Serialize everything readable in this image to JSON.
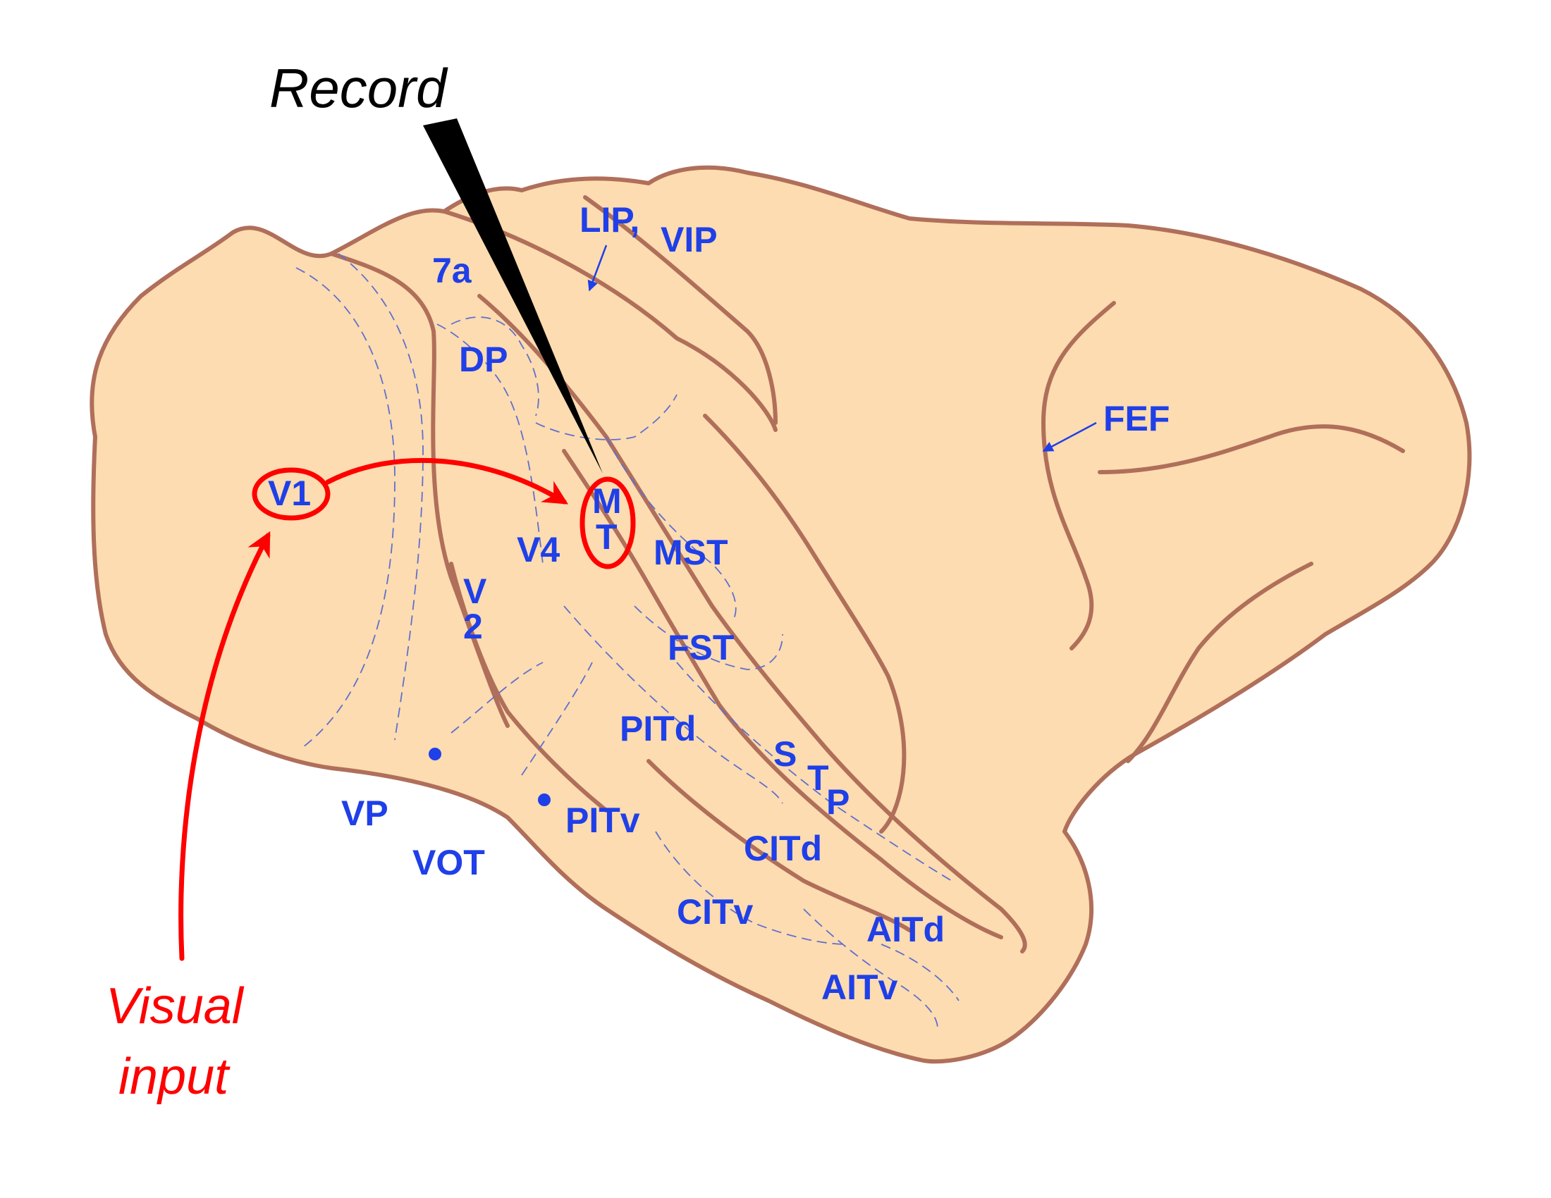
{
  "captions": {
    "record": "Record",
    "visual_input_line1": "Visual",
    "visual_input_line2": "input"
  },
  "areas": {
    "lip": "LIP,",
    "vip": "VIP",
    "a7": "7a",
    "dp": "DP",
    "fef": "FEF",
    "v1": "V1",
    "mt_m": "M",
    "mt_t": "T",
    "v4": "V4",
    "mst": "MST",
    "v2_v": "V",
    "v2_2": "2",
    "fst": "FST",
    "pitd": "PITd",
    "stp_s": "S",
    "stp_t": "T",
    "stp_p": "P",
    "vp": "VP",
    "pitv": "PITv",
    "citd": "CITd",
    "vot": "VOT",
    "citv": "CITv",
    "aitd": "AITd",
    "aitv": "AITv"
  },
  "colors": {
    "brain_fill": "#fcdcb0",
    "brain_outline": "#b06f5a",
    "area_label": "#1f3fe8",
    "highlight": "#ff0000",
    "electrode": "#000000"
  }
}
